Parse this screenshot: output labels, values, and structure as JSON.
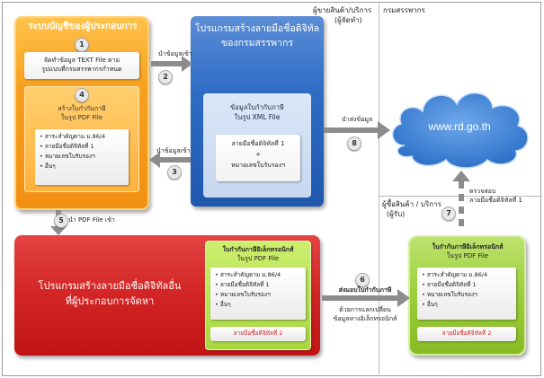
{
  "headers": {
    "seller": "ผู้ขายสินค้า/บริการ",
    "seller_sub": "(ผู้จัดทำ)",
    "revenue_dept": "กรมสรรพากร",
    "buyer": "ผู้ซื้อสินค้า / บริการ",
    "buyer_sub": "(ผู้รับ)"
  },
  "orange_box": {
    "title": "ระบบบัญชีของผู้ประกอบการ",
    "step1": "1",
    "export_line1": "จัดทำข้อมูล TEXT File ตาม",
    "export_line2": "รูปแบบที่กรมสรรพากรกำหนด",
    "step4": "4",
    "create_line1": "สร้างใบกำกับภาษี",
    "create_line2": "ในรูป PDF File",
    "items": [
      "สาระสำคัญตาม ม.86/4",
      "ลายมือชื่อดิจิทัลที่ 1",
      "หมายเลขใบรับรองฯ",
      "อื่นๆ"
    ]
  },
  "blue_box": {
    "title_line1": "โปรแกรมสร้างลายมือชื่อดิจิทัล",
    "title_line2": "ของกรมสรรพากร",
    "xml_line1": "ข้อมูลใบกำกับภาษี",
    "xml_line2": "ในรูป XML File",
    "sig_line1": "ลายมือชื่อดิจิทัลที่ 1",
    "sig_plus": "+",
    "sig_line2": "หมายเลขใบรับรองฯ"
  },
  "red_box": {
    "title_line1": "โปรแกรมสร้างลายมือชื่อดิจิทัลอื่น",
    "title_line2": "ที่ผู้ประกอบการจัดหา",
    "inner_title1": "ใบกำกับภาษีอิเล็กทรอนิกส์",
    "inner_title2": "ในรูป PDF File",
    "items": [
      "สาระสำคัญตาม ม.86/4",
      "ลายมือชื่อดิจิทัลที่ 1",
      "หมายเลขใบรับรองฯ",
      "อื่นๆ"
    ],
    "sig2": "ลายมือชื่อดิจิทัลที่ 2"
  },
  "green_box": {
    "inner_title1": "ใบกำกับภาษีอิเล็กทรอนิกส์",
    "inner_title2": "ในรูป PDF File",
    "items": [
      "สาระสำคัญตาม ม.86/4",
      "ลายมือชื่อดิจิทัลที่ 1",
      "หมายเลขใบรับรองฯ",
      "อื่นๆ"
    ],
    "sig2": "ลายมือชื่อดิจิทัลที่ 2"
  },
  "cloud": {
    "url": "www.rd.go.th"
  },
  "arrows": {
    "a1_label": "นำข้อมูลเข้า",
    "a1_num": "2",
    "a2_label": "นำข้อมูลเข้า",
    "a2_num": "3",
    "a3_label": "นำส่งข้อมูล",
    "a3_num": "8",
    "a4_label": "นำ PDF File เข้า",
    "a4_num": "5",
    "a5_num": "6",
    "a5_label1": "ส่งมอบใบกำกับภาษี",
    "a5_label2": "ด้วยการแลกเปลี่ยน",
    "a5_label3": "ข้อมูลทางอิเล็กทรอนิกส์",
    "a6_num": "7",
    "a6_label1": "ตรวจสอบ",
    "a6_label2": "ลายมือชื่อดิจิทัลที่ 1"
  },
  "colors": {
    "orange": "#f29012",
    "blue": "#2f6cc4",
    "red": "#d22424",
    "green": "#9ccf3a",
    "cloud": "#3f86d8",
    "arrow": "#8c8c8c"
  }
}
